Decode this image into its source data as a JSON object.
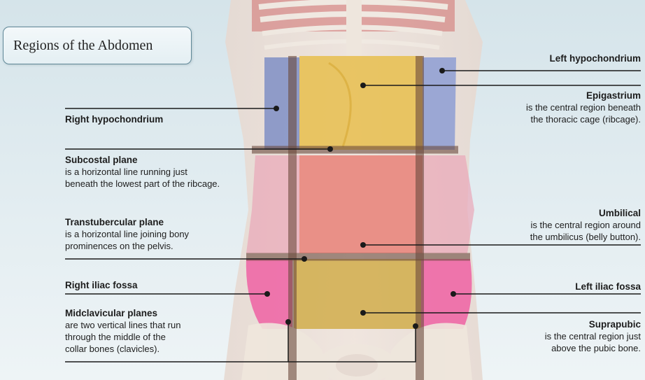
{
  "title": "Regions of the Abdomen",
  "labels": {
    "right_hypochondrium": {
      "heading": "Right hypochondrium"
    },
    "subcostal_plane": {
      "heading": "Subcostal plane",
      "lines": [
        "is a horizontal line running just",
        "beneath the lowest part of the ribcage."
      ]
    },
    "transtubercular_plane": {
      "heading": "Transtubercular plane",
      "lines": [
        "is a horizontal line joining bony",
        "prominences on the pelvis."
      ]
    },
    "right_iliac_fossa": {
      "heading": "Right iliac fossa"
    },
    "midclavicular_planes": {
      "heading": "Midclavicular planes",
      "lines": [
        "are two vertical lines that run",
        "through the middle of the",
        "collar bones (clavicles)."
      ]
    },
    "left_hypochondrium": {
      "heading": "Left hypochondrium"
    },
    "epigastrium": {
      "heading": "Epigastrium",
      "lines": [
        "is the central region beneath",
        "the thoracic cage (ribcage)."
      ]
    },
    "umbilical": {
      "heading": "Umbilical",
      "lines": [
        "is the central region around",
        "the umbilicus (belly button)."
      ]
    },
    "left_iliac_fossa": {
      "heading": "Left iliac fossa"
    },
    "suprapubic": {
      "heading": "Suprapubic",
      "lines": [
        "is the central region just",
        "above the pubic bone."
      ]
    }
  },
  "colors": {
    "hypochondrium": "#7f8fc6",
    "epigastrium": "#e8c25c",
    "umbilical": "#e98d84",
    "lateral": "#e9a6b8",
    "iliac": "#ee62a3",
    "suprapubic": "#d4b25a",
    "plane_line": "#6b4a3c",
    "leader_line": "#1a1a1a"
  }
}
